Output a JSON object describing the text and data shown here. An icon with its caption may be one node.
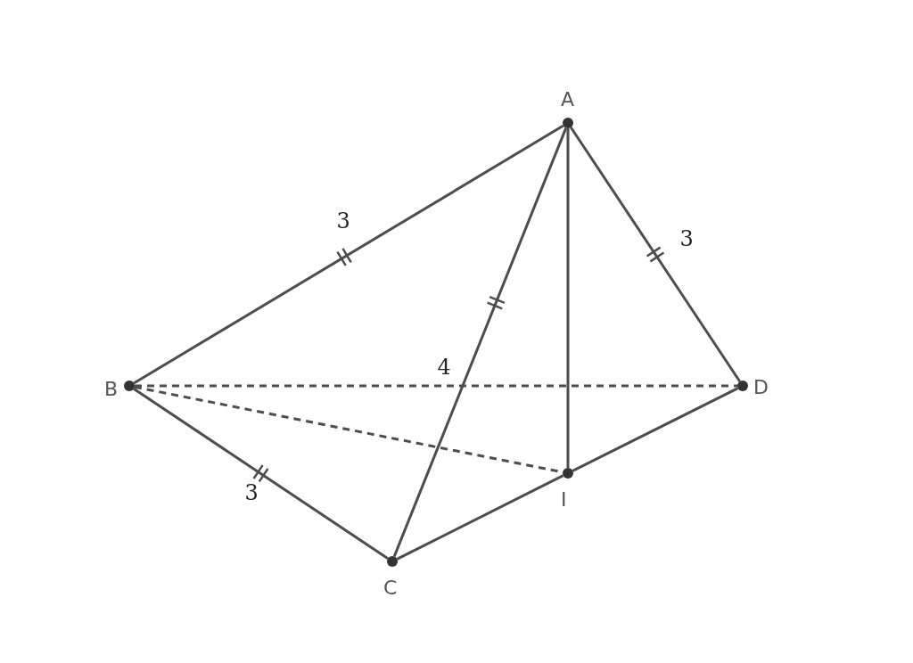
{
  "diagram": {
    "nodes": [
      {
        "text": [
          "A"
        ]
      },
      {
        "text": [
          "B"
        ]
      },
      {
        "text": [
          "C"
        ]
      },
      {
        "text": [
          "D"
        ]
      },
      {
        "text": [
          "I"
        ]
      }
    ],
    "edges": [
      {
        "from": 0,
        "to": 1,
        "arrow": "none",
        "label": "3"
      },
      {
        "from": 0,
        "to": 2,
        "arrow": "none",
        "label": "4"
      },
      {
        "from": 0,
        "to": 4,
        "arrow": "none"
      },
      {
        "from": 0,
        "to": 3,
        "arrow": "none",
        "label": "3"
      },
      {
        "from": 1,
        "to": 3,
        "arrow": "none",
        "style": "dashed"
      },
      {
        "from": 1,
        "to": 4,
        "arrow": "none",
        "style": "dashed"
      },
      {
        "from": 1,
        "to": 2,
        "arrow": "none",
        "label": "3"
      },
      {
        "from": 2,
        "to": 4,
        "arrow": "none"
      },
      {
        "from": 4,
        "to": 3,
        "arrow": "none"
      }
    ]
  }
}
